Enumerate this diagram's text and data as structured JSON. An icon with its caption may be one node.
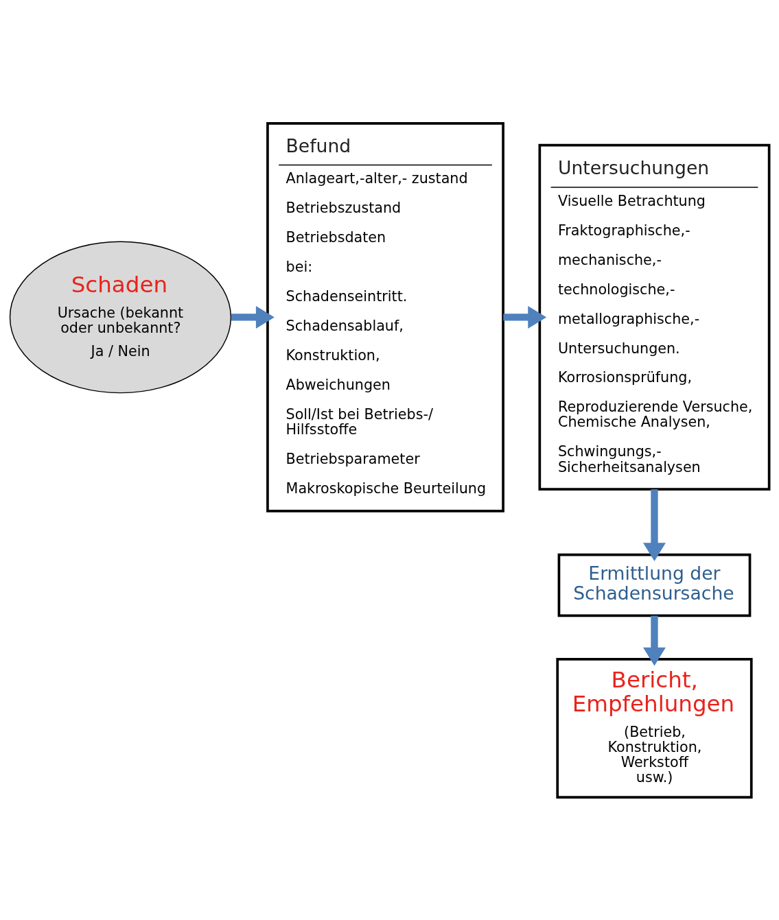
{
  "diagram": {
    "nodes": [
      {
        "text": [
          "Schaden",
          "Ursache (bekannt oder unbekannt?",
          "Ja / Nein"
        ]
      },
      {
        "text": [
          "Befund",
          "Anlageart,-alter,- zustand",
          "Betriebszustand",
          "Betriebsdaten",
          "bei:",
          "Schadenseintritt.",
          "Schadensablauf,",
          "Konstruktion,",
          "Abweichungen",
          "Soll/Ist bei Betriebs-/ Hilfsstoffe",
          "Betriebsparameter",
          "Makroskopische Beurteilung"
        ]
      },
      {
        "text": [
          "Untersuchungen",
          "Visuelle Betrachtung",
          "Fraktographische,-",
          "mechanische,-",
          "technologische,-",
          "metallographische,-",
          "Untersuchungen.",
          "Korrosionsprüfung,",
          "Reproduzierende Versuche, Chemische Analysen,",
          "Schwingungs,- Sicherheitsanalysen"
        ]
      },
      {
        "text": [
          "Ermittlung der Schadensursache"
        ]
      },
      {
        "text": [
          "Bericht, Empfehlungen",
          "(Betrieb, Konstruktion, Werkstoff usw.)"
        ]
      }
    ],
    "edges": [
      {
        "from": 0,
        "to": 1,
        "arrow": "to"
      },
      {
        "from": 1,
        "to": 2,
        "arrow": "to"
      },
      {
        "from": 2,
        "to": 3,
        "arrow": "to"
      },
      {
        "from": 3,
        "to": 4,
        "arrow": "to"
      }
    ]
  }
}
